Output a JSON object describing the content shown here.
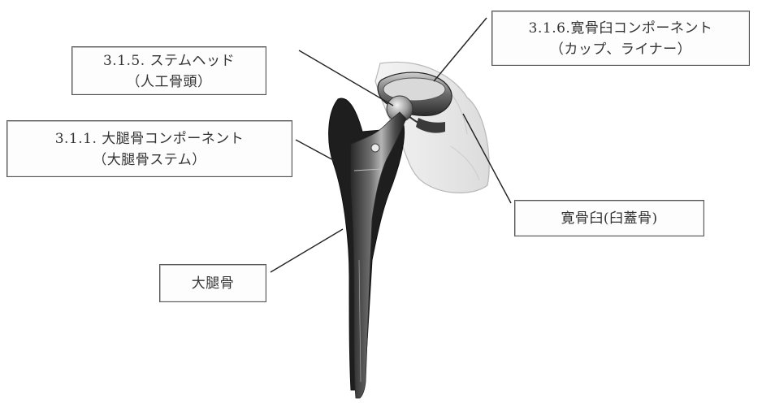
{
  "labels": {
    "stem_head": {
      "line1": "3.1.5. ステムヘッド",
      "line2": "（人工骨頭）"
    },
    "acetabular_component": {
      "line1": "3.1.6.寛骨臼コンポーネント",
      "line2": "（カップ、ライナー）"
    },
    "femoral_component": {
      "line1": "3.1.1. 大腿骨コンポーネント",
      "line2": "（大腿骨ステム）"
    },
    "acetabulum": {
      "line1": "寛骨臼(臼蓋骨)"
    },
    "femur": {
      "line1": "大腿骨"
    }
  }
}
